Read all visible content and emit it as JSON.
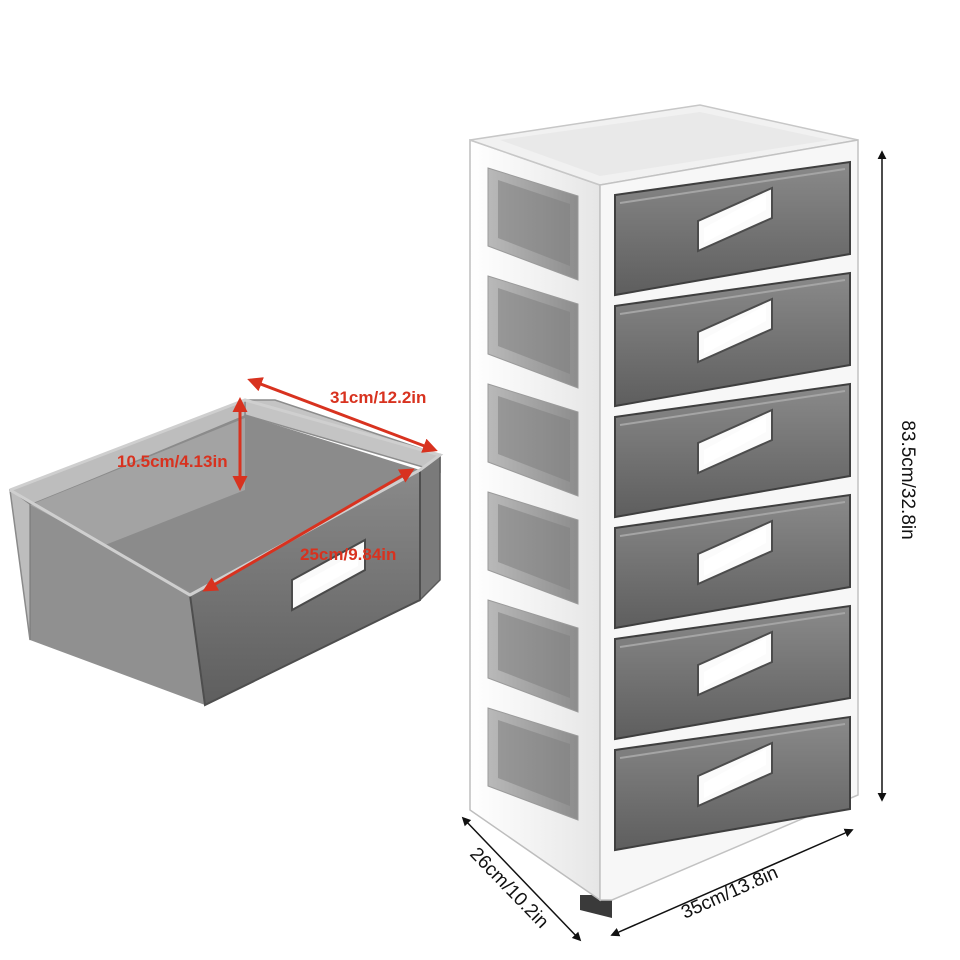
{
  "colors": {
    "annotation_red": "#d8321f",
    "dimension_black": "#111111",
    "frame_white": "#f4f4f4",
    "drawer_gray": "#6f6f6f"
  },
  "drawer_dimensions": {
    "length": "31cm/12.2in",
    "height": "10.5cm/4.13in",
    "width": "25cm/9.84in"
  },
  "cabinet_dimensions": {
    "height": "83.5cm/32.8in",
    "depth": "26cm/10.2in",
    "width": "35cm/13.8in"
  },
  "cabinet": {
    "drawer_count": 6
  }
}
